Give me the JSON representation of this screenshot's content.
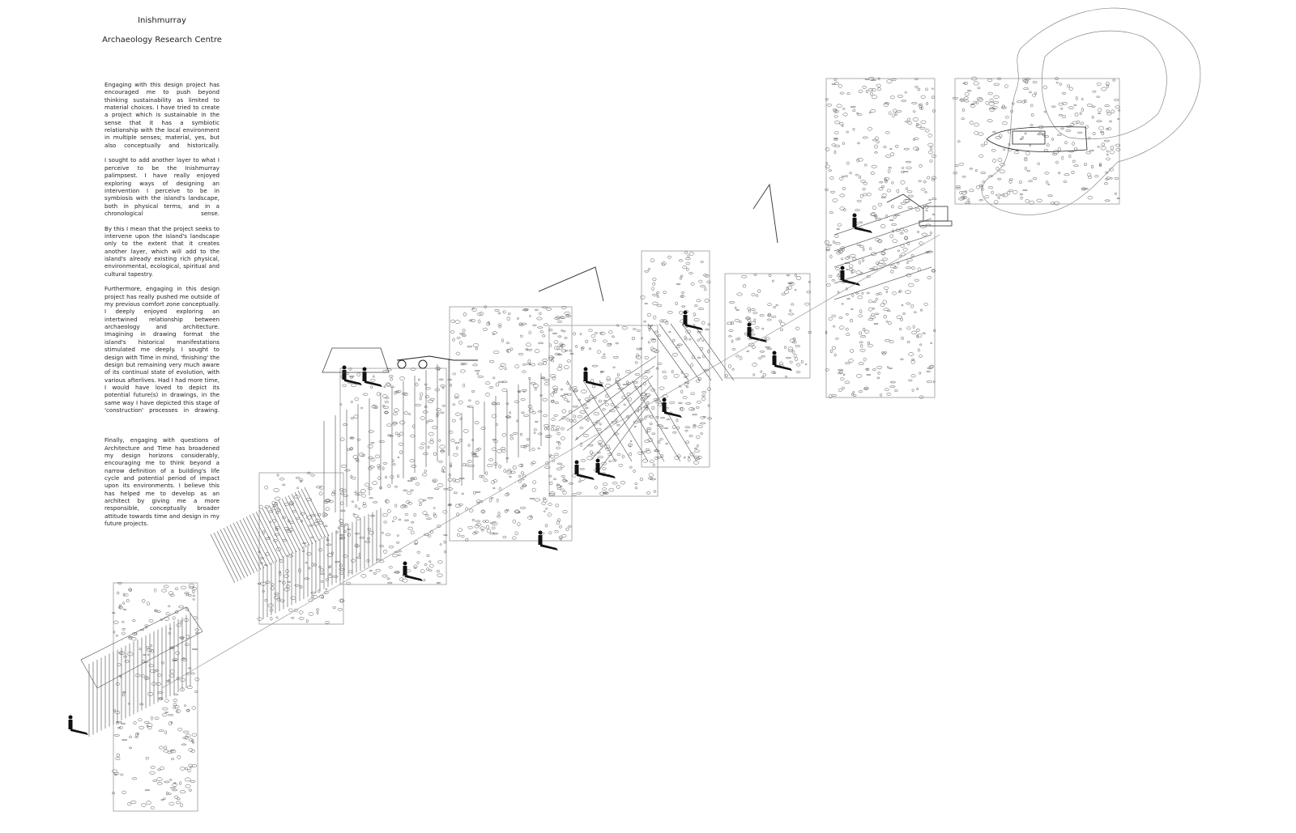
{
  "header": {
    "title": "Inishmurray",
    "subtitle": "Archaeology Research Centre"
  },
  "essay": {
    "paragraphs": [
      "Engaging with this design project has encouraged me to push beyond thinking sustainability as limited to material choices. I have tried to create a project which is sustainable in the sense that it has a symbiotic relationship with the local environment in multiple senses; material, yes, but also conceptually and historically.",
      "I sought to add another layer to what I perceive to be the Inishmurray palimpsest. I have really enjoyed exploring ways of designing an intervention I perceive to be in symbiosis with the island's landscape, both in physical terms, and in a chronological sense.",
      "By this I mean that the project seeks to intervene upon the island's landscape only to the extent that it creates another layer, which will add to the island's already existing rich physical, environmental, ecological, spiritual and cultural tapestry.",
      "Furthermore, engaging in this design project has really pushed me outside of my previous comfort zone conceptually. I deeply enjoyed exploring an intertwined relationship between archaeology and architecture. Imagining in drawing format the island's historical manifestations stimulated me deeply. I sought to design with Time in mind, 'finishing' the design but remaining very much aware of its continual state of evolution, with various afterlives. Had I had more time, I would have loved to depict its potential future(s) in drawings, in the same way I have depicted this stage of 'construction' processes in drawing.",
      "Finally, engaging with questions of Architecture and Time has broadened my design horizons considerably, encouraging me to think beyond a narrow definition of a building's life cycle and potential period of impact upon its environments. I believe this has helped me to develop as an architect by giving me a more responsible, conceptually broader attitude towards time and design in my future projects."
    ]
  },
  "colors": {
    "line": "#777777",
    "ink": "#111111",
    "frame": "#999999"
  }
}
